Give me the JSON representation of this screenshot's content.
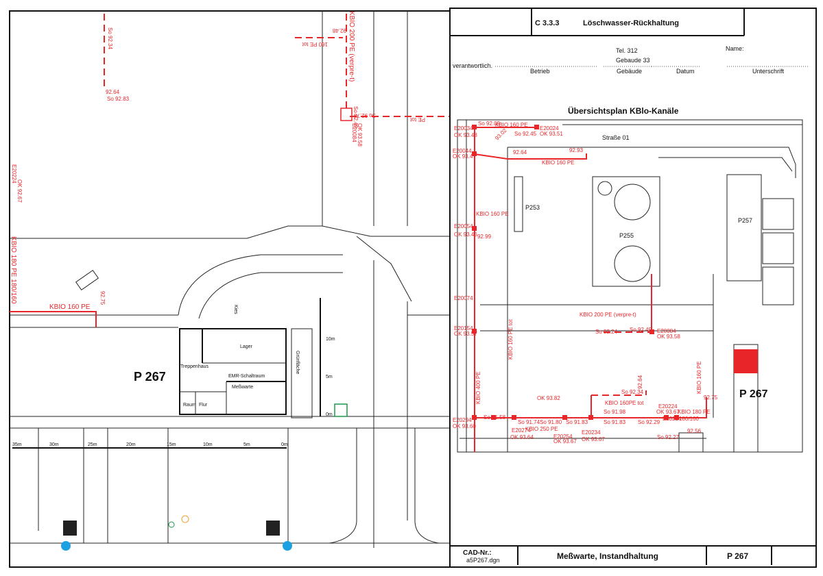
{
  "title_block": {
    "section": "C 3.3.3",
    "title": "Löschwasser-Rückhaltung",
    "tel": "Tel. 312",
    "gebaeude_value": "Gebaude 33",
    "name_label": "Name:",
    "responsible_label": "verantwortlich.",
    "fields": [
      "Betrieb",
      "Gebäude",
      "Datum",
      "Unterschrift"
    ],
    "plan_title": "Übersichtsplan KBlo-Kanäle"
  },
  "footer": {
    "cad_label": "CAD-Nr.:",
    "cad_file": "a5P267.dgn",
    "description": "Meßwarte, Instandhaltung",
    "building": "P 267"
  },
  "left_sheet": {
    "building_label": "P 267",
    "kies": "Kies",
    "gruenflaeche": "Grünfläche",
    "rooms": [
      "Lager",
      "EMR-Schaltraum",
      "Meßwarte",
      "Treppenhaus",
      "Flur",
      "Raum"
    ],
    "scale_h": [
      "35m",
      "30m",
      "25m",
      "20m",
      "15m",
      "10m",
      "5m",
      "0m"
    ],
    "scale_v": [
      "10m",
      "5m",
      "0m"
    ],
    "pipe_labels": [
      "So 92.34",
      "92.64",
      "So 92.83",
      "160 PE tot",
      "92.48",
      "KBIO 200 PE (verpre-t)",
      "So 92.49",
      "So 92.78",
      "E20084",
      "OK 93.58",
      "PE tot",
      "KBIO 160 PE",
      "92.75",
      "KBIO 180 PE 180/160",
      "E20224",
      "OK 92.67"
    ]
  },
  "right_plan": {
    "buildings": [
      "P253",
      "P255",
      "P257",
      "P 267"
    ],
    "street": "Straße 01",
    "labels": [
      "E20034",
      "OK 93.48",
      "So 92.09",
      "KBIO 160 PE",
      "E20024",
      "OK 93.51",
      "So 92.45",
      "93.02",
      "E20044",
      "OK 93.47",
      "92.64",
      "92.93",
      "KBIO 160 PE",
      "KBIO 160 PE",
      "E20054",
      "OK 93.46",
      "92.99",
      "E20074",
      "KBIO 200 PE (verpre-t)",
      "E20154",
      "OK 93.57",
      "KBIO 400 PE",
      "So 92.24",
      "So 92.49",
      "E20084",
      "OK 93.58",
      "KBIO 160 PE tot",
      "OK 93.82",
      "So 92.34",
      "KBIO 160PE tot",
      "E20224",
      "OK 93.67",
      "KBIO 180 PE",
      "180/160",
      "92.75",
      "E20294",
      "OK 93.60",
      "So 91.58",
      "So 91.74",
      "So 91.80",
      "So 91.83",
      "KBIO 250 PE",
      "So 91.83",
      "So 92.29",
      "92.56",
      "E20274",
      "OK 93.64",
      "E20254",
      "OK 93.67",
      "E20234",
      "OK 93.67",
      "E20214",
      "So 92.27",
      "KBIO 160 PE",
      "92.64",
      "So 91.98"
    ]
  },
  "colors": {
    "pipe": "#e8262a",
    "highlight": "#e8262a",
    "marker": "#1ba1e2"
  }
}
